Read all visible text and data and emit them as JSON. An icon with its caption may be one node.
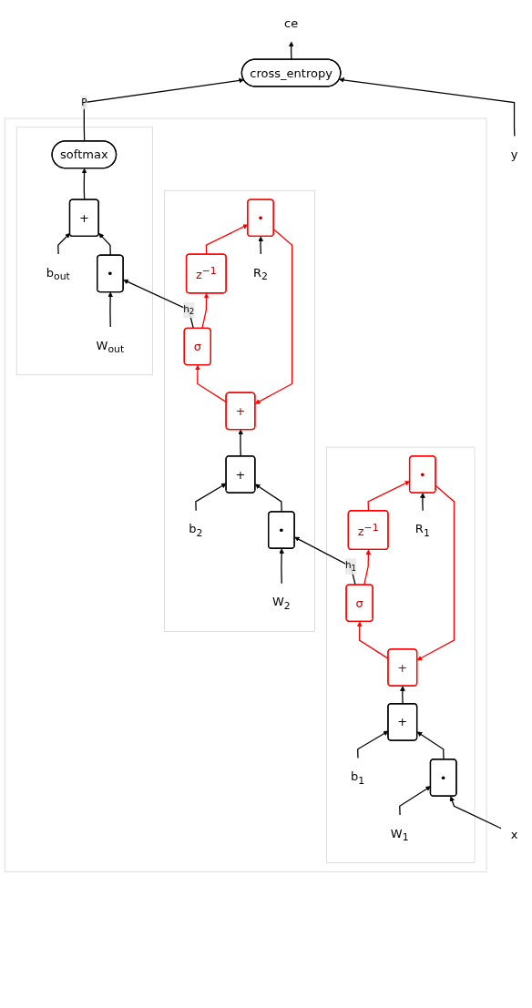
{
  "diagram": {
    "nodes": [
      {
        "text": [
          "ce"
        ]
      },
      {
        "text": [
          "cross_entropy"
        ]
      },
      {
        "text": [],
        "shape": "box"
      },
      {
        "text": [],
        "shape": "box",
        "in": 2
      },
      {
        "text": [
          "softmax"
        ],
        "in": 3
      },
      {
        "text": [
          "+"
        ],
        "in": 3
      },
      {
        "text": [
          "b$_{out}$"
        ],
        "in": 3
      },
      {
        "text": [
          "•"
        ],
        "in": 3
      },
      {
        "text": [
          "W$_{out}$"
        ],
        "in": 3
      },
      {
        "text": [],
        "shape": "box",
        "in": 2
      },
      {
        "text": [
          "σ"
        ],
        "in": 9
      },
      {
        "text": [
          "z$^{−1}$"
        ],
        "in": 9
      },
      {
        "text": [
          "+"
        ],
        "in": 9
      },
      {
        "text": [
          "•"
        ],
        "in": 9
      },
      {
        "text": [
          "R$_{2}$"
        ],
        "in": 9
      },
      {
        "text": [
          "+"
        ],
        "in": 9
      },
      {
        "text": [
          "b$_{2}$"
        ],
        "in": 9
      },
      {
        "text": [
          "•"
        ],
        "in": 9
      },
      {
        "text": [
          "W$_{2}$"
        ],
        "in": 9
      },
      {
        "text": [],
        "shape": "box",
        "in": 2
      },
      {
        "text": [
          "σ"
        ],
        "in": 19
      },
      {
        "text": [
          "z$^{−1}$"
        ],
        "in": 19
      },
      {
        "text": [
          "+"
        ],
        "in": 19
      },
      {
        "text": [
          "•"
        ],
        "in": 19
      },
      {
        "text": [
          "R$_{1}$"
        ],
        "in": 19
      },
      {
        "text": [
          "+"
        ],
        "in": 19
      },
      {
        "text": [
          "b$_{1}$"
        ],
        "in": 19
      },
      {
        "text": [
          "•"
        ],
        "in": 19
      },
      {
        "text": [
          "W$_{1}$"
        ],
        "in": 19
      },
      {
        "text": [
          "x"
        ]
      },
      {
        "text": [
          "y"
        ]
      }
    ],
    "edges": [
      {
        "from": 1,
        "to": 0,
        "arrow": "to"
      },
      {
        "from": 4,
        "to": 1,
        "arrow": "to",
        "label": "P"
      },
      {
        "from": 30,
        "to": 1,
        "arrow": "to"
      },
      {
        "from": 5,
        "to": 4,
        "arrow": "to"
      },
      {
        "from": 6,
        "to": 5,
        "arrow": "to"
      },
      {
        "from": 7,
        "to": 5,
        "arrow": "to"
      },
      {
        "from": 8,
        "to": 7,
        "arrow": "to"
      },
      {
        "from": 10,
        "to": 7,
        "arrow": "to",
        "label": "h$_{2}$"
      },
      {
        "from": 10,
        "to": 11,
        "arrow": "to",
        "color": "#ff0000"
      },
      {
        "from": 11,
        "to": 13,
        "arrow": "to",
        "color": "#ff0000"
      },
      {
        "from": 13,
        "to": 12,
        "arrow": "to",
        "color": "#ff0000"
      },
      {
        "from": 12,
        "to": 10,
        "arrow": "to",
        "color": "#ff0000"
      },
      {
        "from": 14,
        "to": 13,
        "arrow": "to"
      },
      {
        "from": 15,
        "to": 12,
        "arrow": "to"
      },
      {
        "from": 16,
        "to": 15,
        "arrow": "to"
      },
      {
        "from": 17,
        "to": 15,
        "arrow": "to"
      },
      {
        "from": 18,
        "to": 17,
        "arrow": "to"
      },
      {
        "from": 20,
        "to": 17,
        "arrow": "to",
        "label": "h$_{1}$"
      },
      {
        "from": 20,
        "to": 21,
        "arrow": "to",
        "color": "#ff0000"
      },
      {
        "from": 21,
        "to": 23,
        "arrow": "to",
        "color": "#ff0000"
      },
      {
        "from": 23,
        "to": 22,
        "arrow": "to",
        "color": "#ff0000"
      },
      {
        "from": 22,
        "to": 20,
        "arrow": "to",
        "color": "#ff0000"
      },
      {
        "from": 24,
        "to": 23,
        "arrow": "to"
      },
      {
        "from": 25,
        "to": 22,
        "arrow": "to"
      },
      {
        "from": 26,
        "to": 25,
        "arrow": "to"
      },
      {
        "from": 27,
        "to": 25,
        "arrow": "to"
      },
      {
        "from": 28,
        "to": 27,
        "arrow": "to"
      },
      {
        "from": 29,
        "to": 27,
        "arrow": "to"
      }
    ]
  }
}
